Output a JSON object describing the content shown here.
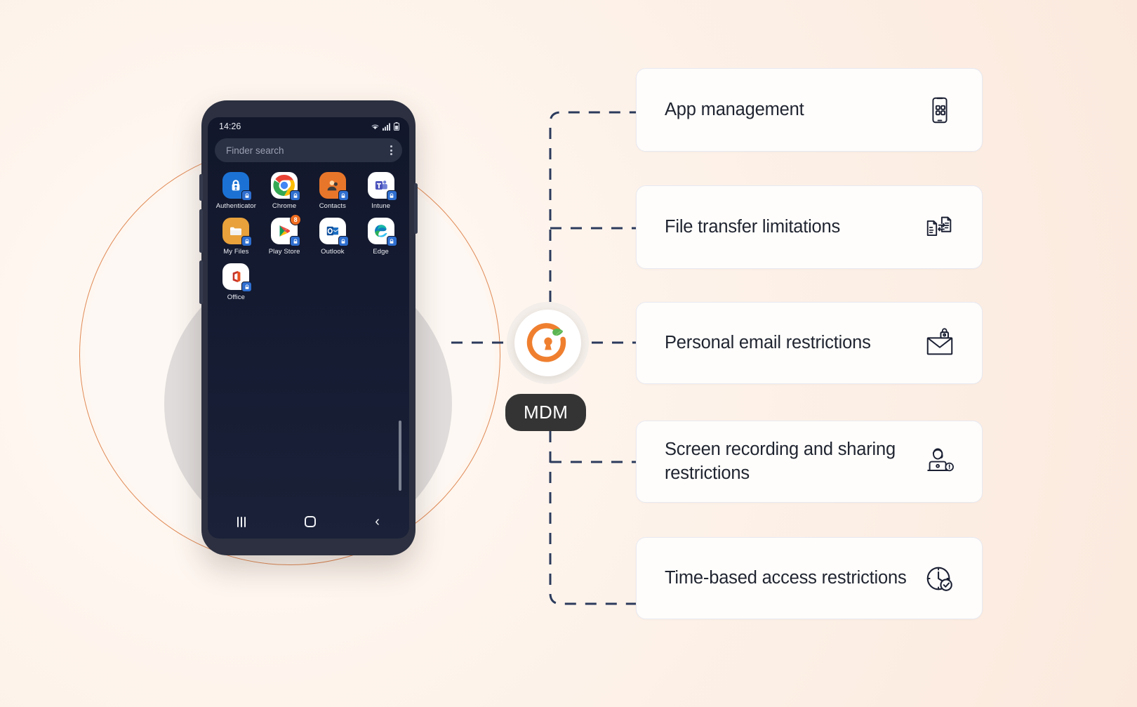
{
  "theme": {
    "background": "#fdf3ec",
    "accent_orange": "#ef7f2f",
    "accent_green": "#5ab552",
    "connector_navy": "#2b3a5c",
    "card_bg": "#fffdfb",
    "card_border": "#e7e9f2",
    "pill_bg": "#343434",
    "circle_outline": "#e08a55",
    "circle_gray": "#d9d7d6"
  },
  "hub": {
    "label": "MDM",
    "logo_name": "mdm-padlock-leaf-logo"
  },
  "phone": {
    "statusbar": {
      "time": "14:26",
      "icons": [
        "wifi-icon",
        "signal-icon",
        "battery-icon"
      ]
    },
    "search": {
      "placeholder": "Finder search",
      "menu_icon": "kebab-menu-icon"
    },
    "apps": [
      {
        "label": "Authenticator",
        "icon": "microsoft-authenticator-icon",
        "managed": true,
        "badge": ""
      },
      {
        "label": "Chrome",
        "icon": "chrome-icon",
        "managed": true,
        "badge": ""
      },
      {
        "label": "Contacts",
        "icon": "contacts-icon",
        "managed": true,
        "badge": ""
      },
      {
        "label": "Intune",
        "icon": "intune-teams-icon",
        "managed": true,
        "badge": ""
      },
      {
        "label": "My Files",
        "icon": "my-files-icon",
        "managed": true,
        "badge": ""
      },
      {
        "label": "Play Store",
        "icon": "google-play-store-icon",
        "managed": true,
        "badge": "8"
      },
      {
        "label": "Outlook",
        "icon": "outlook-icon",
        "managed": true,
        "badge": ""
      },
      {
        "label": "Edge",
        "icon": "microsoft-edge-icon",
        "managed": true,
        "badge": ""
      },
      {
        "label": "Office",
        "icon": "microsoft-office-icon",
        "managed": true,
        "badge": ""
      }
    ],
    "navbar": {
      "recent_label": "recent-apps",
      "home_label": "home",
      "back_label": "back"
    }
  },
  "cards": [
    {
      "title": "App management",
      "icon": "phone-app-grid-icon"
    },
    {
      "title": "File transfer limitations",
      "icon": "file-transfer-icon"
    },
    {
      "title": "Personal email restrictions",
      "icon": "locked-envelope-icon"
    },
    {
      "title": "Screen recording and sharing restrictions",
      "icon": "screen-recording-restriction-icon"
    },
    {
      "title": "Time-based access restrictions",
      "icon": "clock-check-icon"
    }
  ]
}
